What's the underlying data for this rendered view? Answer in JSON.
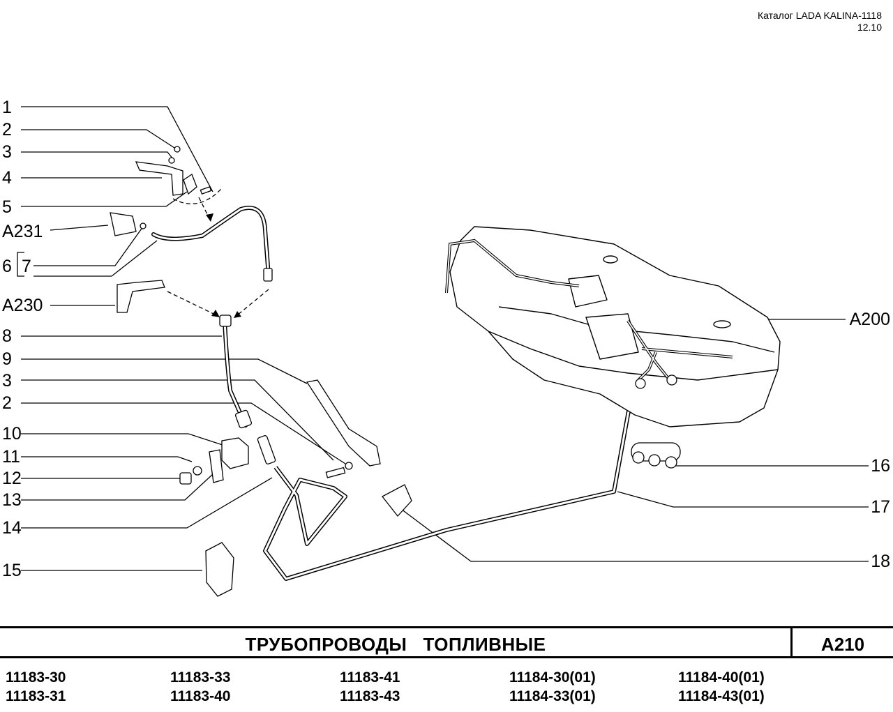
{
  "header": {
    "catalog": "Каталог LADA KALINA-1118",
    "date": "12.10"
  },
  "left_labels": [
    "1",
    "2",
    "3",
    "4",
    "5",
    "A231",
    "6",
    "7",
    "A230",
    "8",
    "9",
    "3",
    "2",
    "10",
    "11",
    "12",
    "13",
    "14",
    "15"
  ],
  "right_labels": [
    "A200",
    "16",
    "17",
    "18"
  ],
  "title": "ТРУБОПРОВОДЫ   ТОПЛИВНЫЕ",
  "section_code": "A210",
  "models": [
    [
      "11183-30",
      "11183-31"
    ],
    [
      "11183-33",
      "11183-40"
    ],
    [
      "11183-41",
      "11183-43"
    ],
    [
      "11184-30(01)",
      "11184-33(01)"
    ],
    [
      "11184-40(01)",
      "11184-43(01)"
    ]
  ]
}
